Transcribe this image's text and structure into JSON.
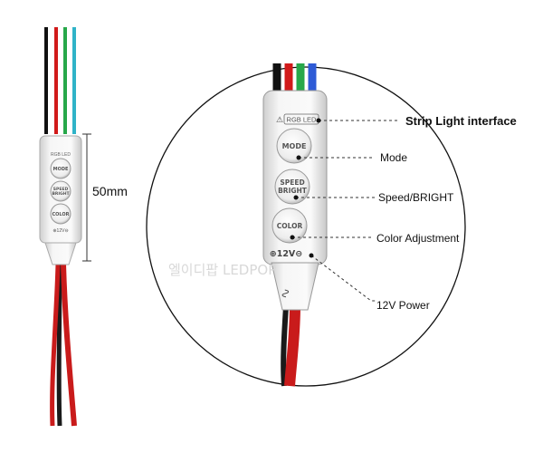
{
  "dimension": {
    "length_label": "50mm"
  },
  "controller": {
    "brand_label": "RGB LED",
    "buttons": {
      "mode": "MODE",
      "speed_top": "SPEED",
      "speed_bottom": "BRIGHT",
      "color": "COLOR"
    },
    "power_marking": "⊕12V⊖"
  },
  "callouts": {
    "strip_interface": "Strip Light interface",
    "mode": "Mode",
    "speed_bright": "Speed/BRIGHT",
    "color_adjustment": "Color Adjustment",
    "power": "12V Power"
  },
  "watermark": "엘이디팝 LEDPOP",
  "colors": {
    "wire_black": "#111111",
    "wire_red": "#d11a1a",
    "wire_green": "#27a84a",
    "wire_blue": "#2e5bd6",
    "wire_cyan": "#2fb3c8",
    "controller_body": "#f1f1f1",
    "power_red": "#c91b1b",
    "power_black": "#1a1a1a"
  }
}
